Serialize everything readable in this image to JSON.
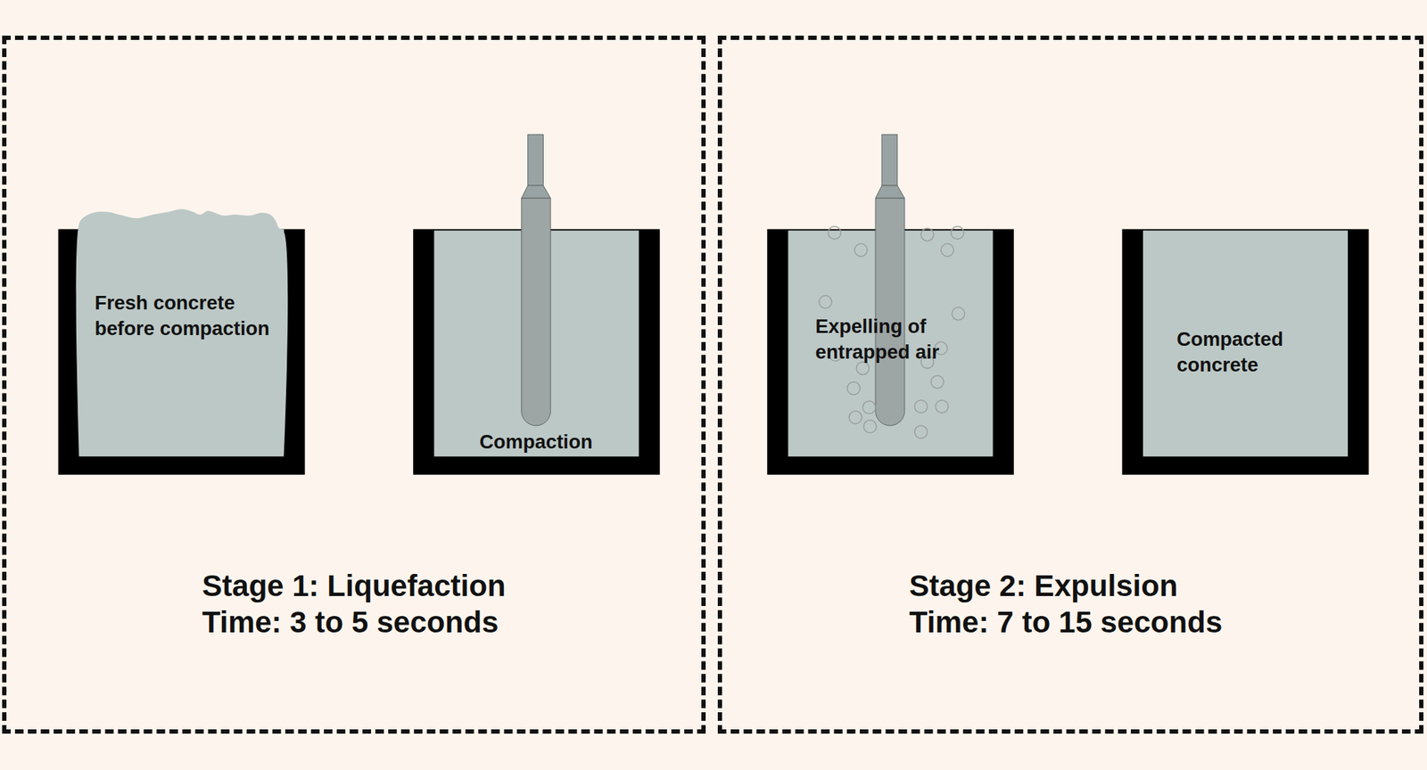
{
  "diagram": {
    "nodes": [
      {
        "text": [
          "Stage 1: Liquefaction",
          "Time: 3 to 5 seconds"
        ]
      },
      {
        "text": [
          "Fresh concrete before compaction"
        ],
        "in": 0
      },
      {
        "text": [
          "Compaction"
        ],
        "in": 0
      },
      {
        "text": [
          "Stage 2: Expulsion",
          "Time: 7 to 15 seconds"
        ]
      },
      {
        "text": [
          "Expelling of entrapped air"
        ],
        "in": 3
      },
      {
        "text": [
          "Compacted concrete"
        ],
        "in": 3
      }
    ]
  }
}
